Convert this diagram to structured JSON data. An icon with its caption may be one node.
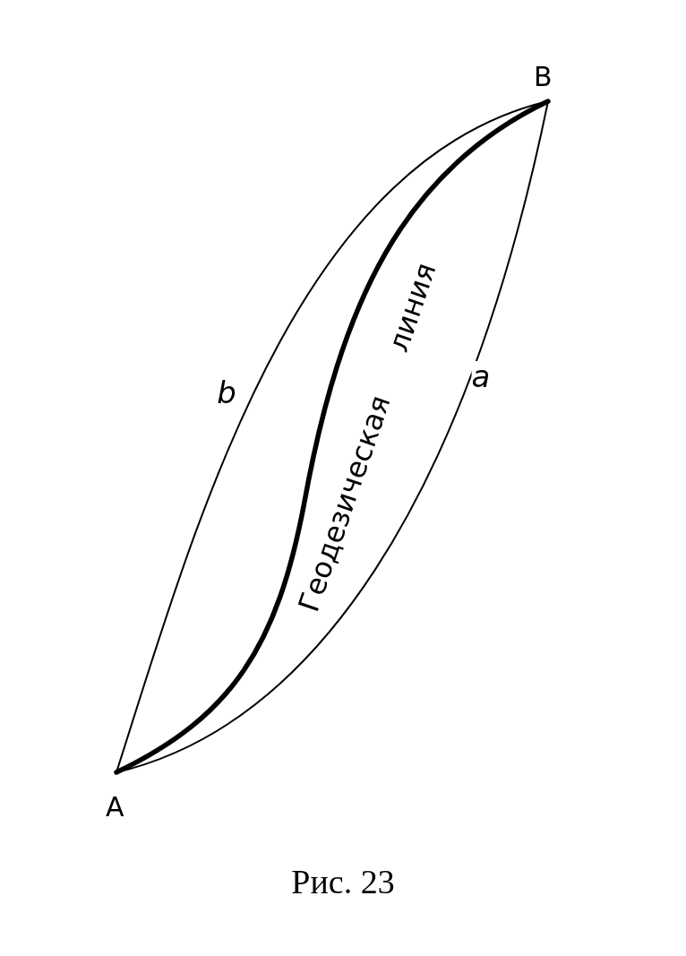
{
  "diagram": {
    "caption": "Рис. 23",
    "nodes": [
      {
        "text": [
          "A"
        ]
      },
      {
        "text": [
          "B"
        ]
      }
    ],
    "edges": [
      {
        "from": 0,
        "to": 1,
        "arrow": "none",
        "label": "b"
      },
      {
        "from": 0,
        "to": 1,
        "arrow": "none",
        "label": "Геодезическая линия",
        "style": "thick"
      },
      {
        "from": 0,
        "to": 1,
        "arrow": "none",
        "label": "a"
      }
    ]
  }
}
